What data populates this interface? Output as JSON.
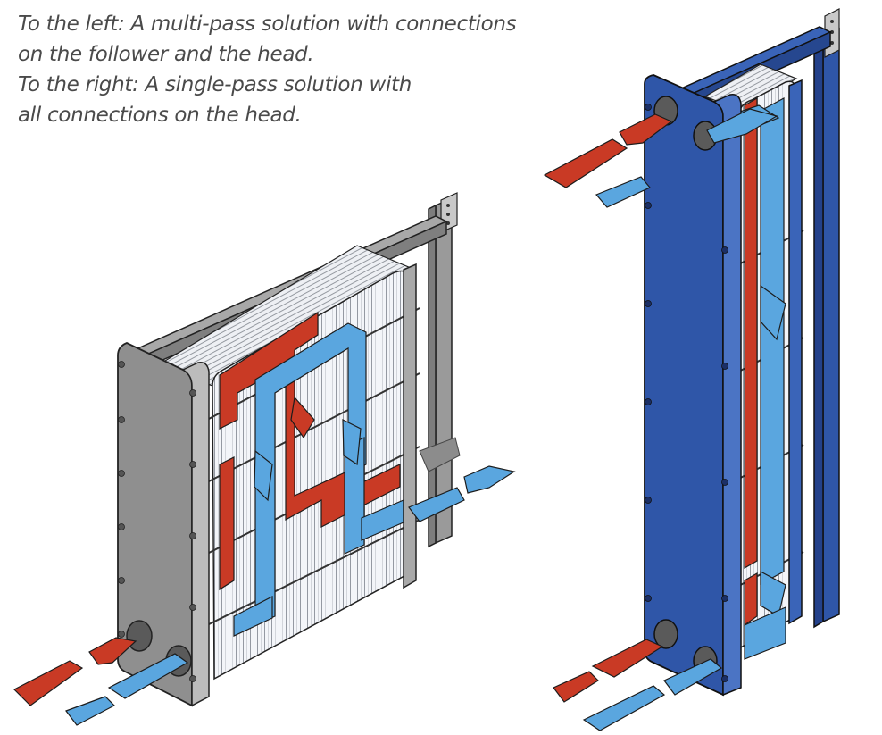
{
  "caption": {
    "lines": [
      "To the left: A multi-pass solution with connections",
      "on the follower and the head.",
      "To the right: A single-pass solution with",
      "all connections on the head."
    ]
  },
  "units": [
    {
      "id": "multi-pass",
      "frame_color": "#8c8c8c",
      "connections": "follower and head"
    },
    {
      "id": "single-pass",
      "frame_color": "#2f56a8",
      "connections": "head"
    }
  ],
  "colors": {
    "hot_flow": "#c93a25",
    "cold_flow": "#5aa6df",
    "grey_frame": "#8f8f8f",
    "blue_frame": "#2f56a8",
    "plates": "#f2f4f8",
    "outline": "#1b1b1b"
  }
}
